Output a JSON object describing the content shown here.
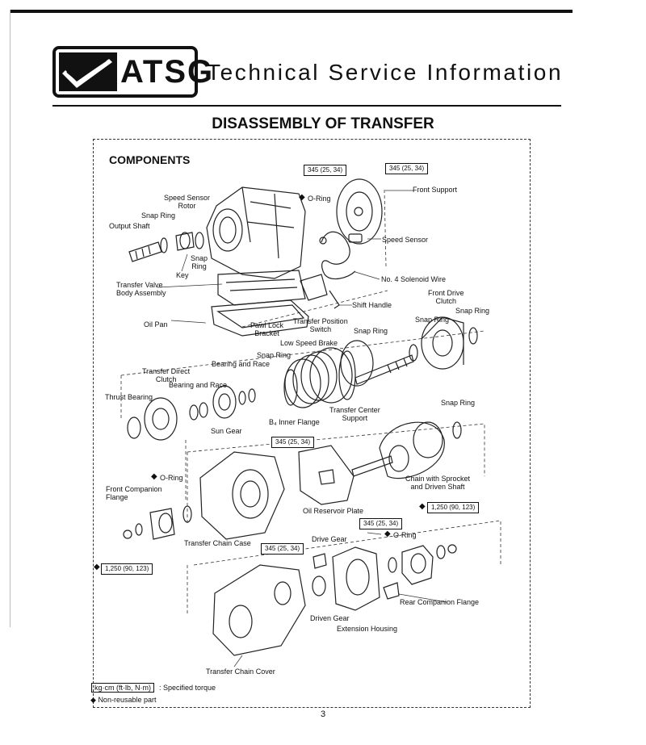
{
  "header": {
    "logo_text": "ATSG",
    "title": "Technical Service Information"
  },
  "page_title": "DISASSEMBLY OF TRANSFER",
  "section_title": "COMPONENTS",
  "labels": {
    "front_support": "Front Support",
    "o_ring_1": "O-Ring",
    "speed_sensor_rotor": "Speed Sensor\nRotor",
    "snap_ring_1": "Snap Ring",
    "output_shaft": "Output Shaft",
    "snap_ring_2": "Snap\nRing",
    "key": "Key",
    "speed_sensor": "Speed Sensor",
    "solenoid_wire": "No. 4 Solenoid  Wire",
    "transfer_valve_body": "Transfer Valve\nBody Assembly",
    "front_drive_clutch": "Front Drive\nClutch",
    "shift_handle": "Shift Handle",
    "snap_ring_3": "Snap Ring",
    "oil_pan": "Oil Pan",
    "pawl_lock_bracket": "Pawl Lock\nBracket",
    "transfer_position_switch": "Transfer Position\nSwitch",
    "snap_ring_4": "Snap Ring",
    "snap_ring_5": "Snap Ring",
    "low_speed_brake": "Low Speed Brake",
    "transfer_direct_clutch": "Transfer Direct\nClutch",
    "bearing_and_race_1": "Bearing and Race",
    "snap_ring_6": "Snap Ring",
    "bearing_and_race_2": "Bearing and Race",
    "thrust_bearing": "Thrust Bearing",
    "b4_inner_flange": "B₄ Inner Flange",
    "transfer_center_support": "Transfer Center\nSupport",
    "snap_ring_7": "Snap Ring",
    "sun_gear": "Sun Gear",
    "o_ring_2": "O-Ring",
    "front_companion_flange": "Front Companion\nFlange",
    "chain_with_sprocket": "Chain with Sprocket\nand Driven Shaft",
    "oil_reservoir_plate": "Oil Reservoir Plate",
    "transfer_chain_case": "Transfer Chain Case",
    "drive_gear": "Drive Gear",
    "o_ring_3": "O-Ring",
    "rear_companion_flange": "Rear Companion Flange",
    "driven_gear": "Driven Gear",
    "extension_housing": "Extension Housing",
    "transfer_chain_cover": "Transfer Chain Cover"
  },
  "torques": {
    "t1": "345 (25, 34)",
    "t2": "345 (25, 34)",
    "t3": "345 (25, 34)",
    "t4": "1,250 (90, 123)",
    "t5": "345 (25, 34)",
    "t6": "345 (25, 34)",
    "t7": "1,250 (90, 123)"
  },
  "symbols": {
    "diamond": "◆"
  },
  "legend": {
    "unit_box": "kg·cm (ft·lb, N·m)",
    "unit_desc": ": Specified torque",
    "nonreusable": "Non-reusable part"
  },
  "page_number": "3"
}
